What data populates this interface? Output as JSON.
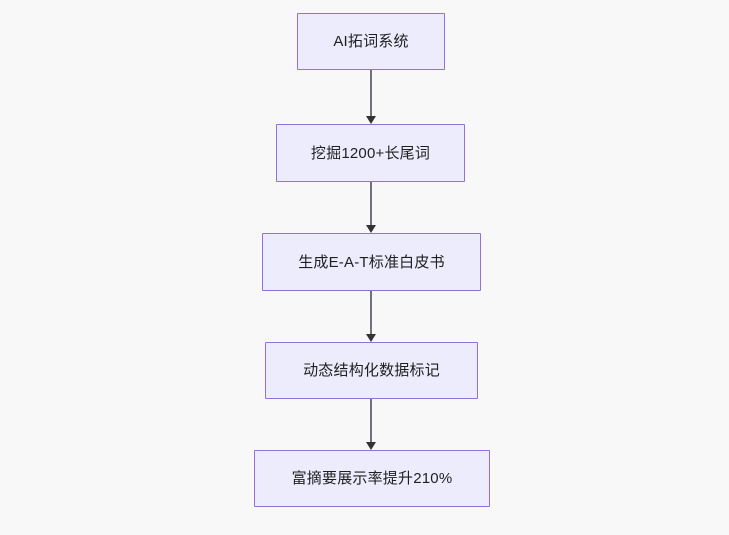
{
  "diagram": {
    "type": "flowchart",
    "direction": "top-to-bottom",
    "background_color": "#f8f8f8",
    "node_fill_color": "#ececfd",
    "node_border_color": "#9370db",
    "node_text_color": "#1f1f1f",
    "edge_color": "#71717a",
    "arrowhead_color": "#333333",
    "nodes": [
      {
        "id": "n1",
        "label": "AI拓词系统"
      },
      {
        "id": "n2",
        "label": "挖掘1200+长尾词"
      },
      {
        "id": "n3",
        "label": "生成E-A-T标准白皮书"
      },
      {
        "id": "n4",
        "label": "动态结构化数据标记"
      },
      {
        "id": "n5",
        "label": "富摘要展示率提升210%"
      }
    ],
    "edges": [
      {
        "from": "n1",
        "to": "n2",
        "arrow": "arrow-down-icon"
      },
      {
        "from": "n2",
        "to": "n3",
        "arrow": "arrow-down-icon"
      },
      {
        "from": "n3",
        "to": "n4",
        "arrow": "arrow-down-icon"
      },
      {
        "from": "n4",
        "to": "n5",
        "arrow": "arrow-down-icon"
      }
    ]
  }
}
